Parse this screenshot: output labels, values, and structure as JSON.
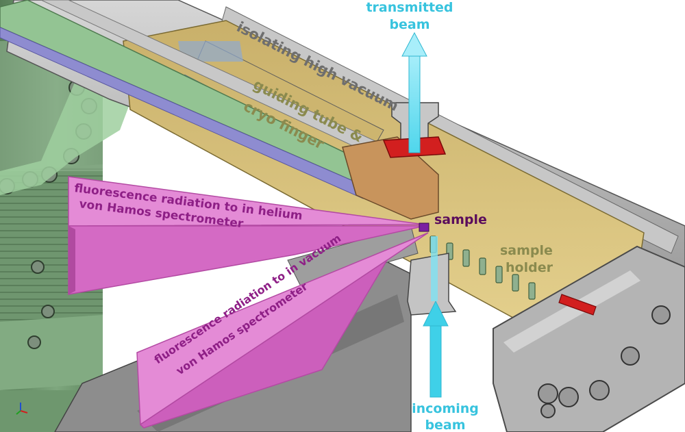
{
  "labels": {
    "transmitted_beam": [
      "transmitted",
      "beam"
    ],
    "isolating_vacuum": "isolating high vacuum",
    "guiding_tube": [
      "guiding tube &",
      "cryo finger"
    ],
    "fluorescence_helium": [
      "fluorescence radiation to in helium",
      "von Hamos spectrometer"
    ],
    "sample": "sample",
    "sample_holder": [
      "sample",
      "holder"
    ],
    "fluorescence_vacuum": [
      "fluorescence radiation to in vacuum",
      "von Hamos spectrometer"
    ],
    "incoming_beam": [
      "incoming",
      "beam"
    ]
  },
  "colors": {
    "beam": "#3fd0e8",
    "beam_label": "#37c3de",
    "fluorescence_cone": "#e07ad0",
    "fluorescence_cone_edge": "#c24bb0",
    "fluorescence_text": "#8e1f86",
    "sample_text": "#5a0c5c",
    "gray_label": "#6e6e6e",
    "olive_label": "#8a8a4e",
    "chamber_green": "#6f9a6f",
    "holder_gold": "#d8c07a",
    "steel_gray": "#b9b9b9",
    "red_part": "#d21f1f"
  }
}
